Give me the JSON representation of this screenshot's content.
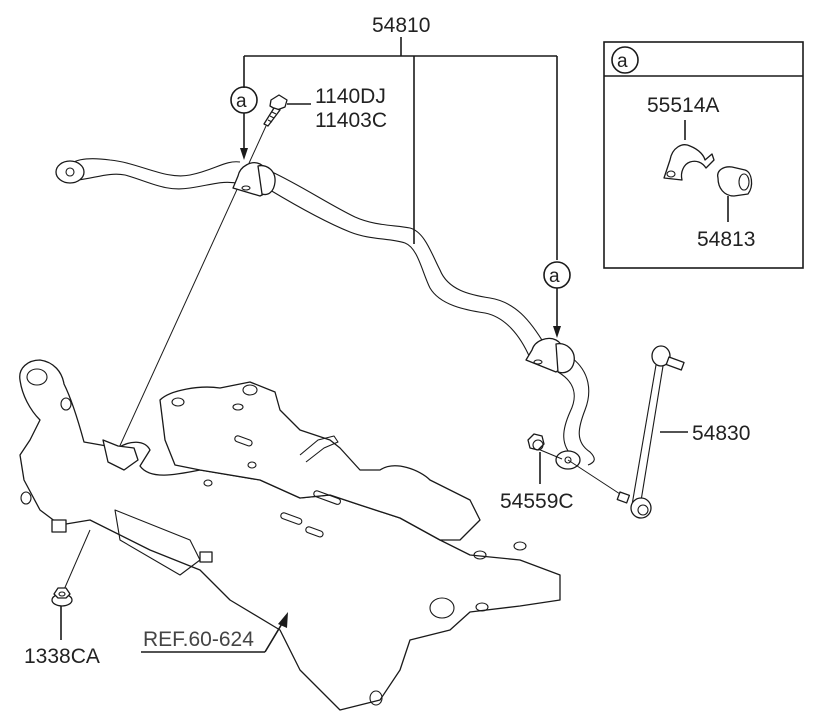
{
  "diagram": {
    "title": "Front Stabilizer Bar Assembly",
    "parts": {
      "stabilizer_bar_assy": "54810",
      "bolt_1": "1140DJ",
      "bolt_2": "11403C",
      "link_assy": "54830",
      "nut_link": "54559C",
      "nut_subframe": "1338CA",
      "ref": "REF.60-624"
    },
    "callout_marker": "a",
    "detail_box": {
      "header_marker": "a",
      "parts": {
        "bracket": "55514A",
        "bushing": "54813"
      }
    }
  }
}
